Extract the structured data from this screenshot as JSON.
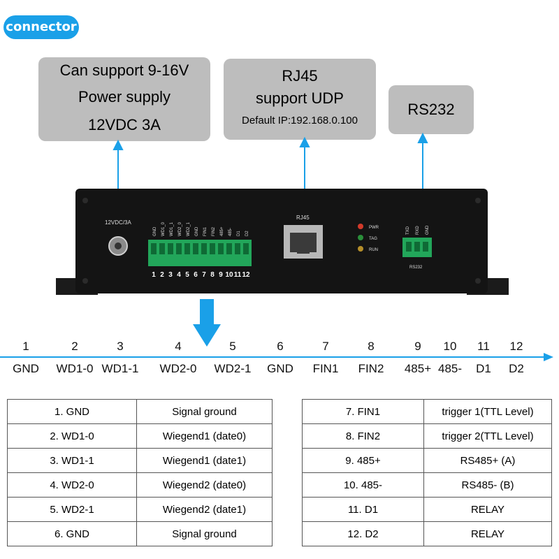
{
  "badge": "connector",
  "callouts": {
    "power": [
      "Can support 9-16V",
      "Power supply",
      "12VDC 3A"
    ],
    "rj45": [
      "RJ45",
      "support UDP",
      "Default IP:192.168.0.100"
    ],
    "rs232": [
      "RS232"
    ]
  },
  "device": {
    "power_label": "12VDC/3A",
    "terminal_pins": [
      "GND",
      "WD1_0",
      "WD1_1",
      "WD2_0",
      "WD2_1",
      "GND",
      "FIN1",
      "FIN2",
      "485+",
      "485-",
      "D1",
      "D2"
    ],
    "terminal_numbers": [
      "1",
      "2",
      "3",
      "4",
      "5",
      "6",
      "7",
      "8",
      "9",
      "10",
      "11",
      "12"
    ],
    "rj45_label": "RJ45",
    "leds": [
      "PWR",
      "TAG",
      "RUN"
    ],
    "rs232_pins": [
      "TXD",
      "RXD",
      "GND"
    ],
    "rs232_label": "RS232"
  },
  "pins": [
    {
      "num": "1",
      "name": "GND"
    },
    {
      "num": "2",
      "name": "WD1-0"
    },
    {
      "num": "3",
      "name": "WD1-1"
    },
    {
      "num": "4",
      "name": "WD2-0"
    },
    {
      "num": "5",
      "name": "WD2-1"
    },
    {
      "num": "6",
      "name": "GND"
    },
    {
      "num": "7",
      "name": "FIN1"
    },
    {
      "num": "8",
      "name": "FIN2"
    },
    {
      "num": "9",
      "name": "485+"
    },
    {
      "num": "10",
      "name": "485-"
    },
    {
      "num": "11",
      "name": "D1"
    },
    {
      "num": "12",
      "name": "D2"
    }
  ],
  "table_left": [
    [
      "1. GND",
      "Signal ground"
    ],
    [
      "2. WD1-0",
      "Wiegend1 (date0)"
    ],
    [
      "3. WD1-1",
      "Wiegend1 (date1)"
    ],
    [
      "4. WD2-0",
      "Wiegend2 (date0)"
    ],
    [
      "5. WD2-1",
      "Wiegend2 (date1)"
    ],
    [
      "6. GND",
      "Signal ground"
    ]
  ],
  "table_right": [
    [
      "7. FIN1",
      "trigger 1(TTL Level)"
    ],
    [
      "8. FIN2",
      "trigger 2(TTL Level)"
    ],
    [
      "9. 485+",
      "RS485+ (A)"
    ],
    [
      "10. 485-",
      "RS485- (B)"
    ],
    [
      "11. D1",
      "RELAY"
    ],
    [
      "12. D2",
      "RELAY"
    ]
  ],
  "colors": {
    "accent": "#1aa0e8",
    "callout_bg": "#bdbdbd",
    "terminal_green": "#22a65a",
    "device_body": "#141414"
  }
}
